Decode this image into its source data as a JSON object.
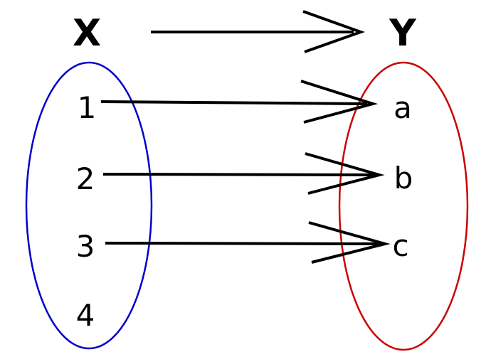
{
  "diagram": {
    "type": "function-mapping",
    "background_color": "#ffffff",
    "arrow_color": "#000000",
    "domain": {
      "label": "X",
      "outline_color": "#0000cc",
      "elements": [
        "1",
        "2",
        "3",
        "4"
      ]
    },
    "codomain": {
      "label": "Y",
      "outline_color": "#cc0000",
      "elements": [
        "a",
        "b",
        "c"
      ]
    },
    "set_arrow": {
      "from": "X",
      "to": "Y"
    },
    "mappings": [
      {
        "from": "1",
        "to": "a"
      },
      {
        "from": "2",
        "to": "b"
      },
      {
        "from": "3",
        "to": "c"
      }
    ]
  }
}
